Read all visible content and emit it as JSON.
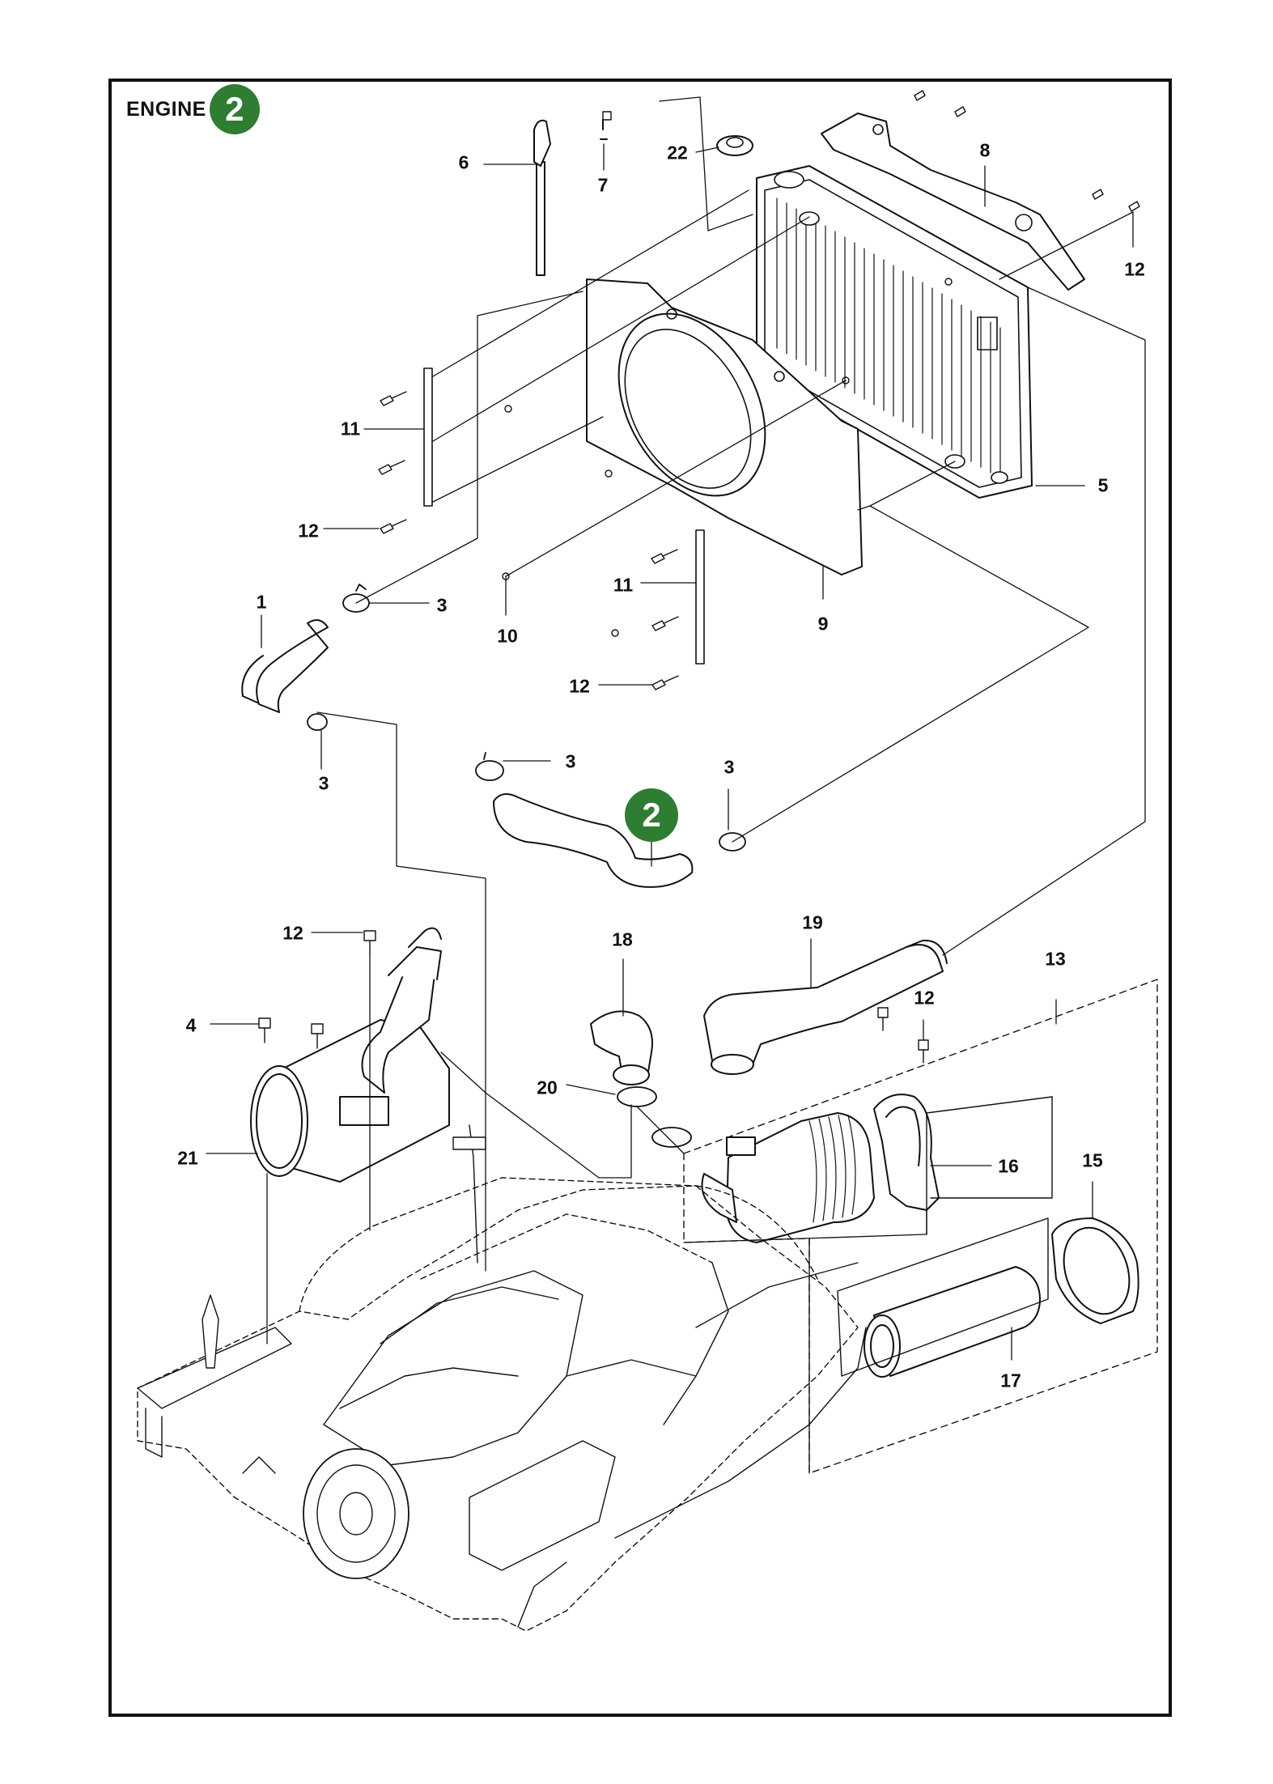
{
  "header": {
    "title": "ENGINE",
    "badge": "2"
  },
  "callout_badge": "2",
  "labels": {
    "1": "1",
    "3a": "3",
    "3b": "3",
    "3c": "3",
    "3d": "3",
    "4": "4",
    "5": "5",
    "6": "6",
    "7": "7",
    "8": "8",
    "9": "9",
    "10": "10",
    "11a": "11",
    "11b": "11",
    "12a": "12",
    "12b": "12",
    "12c": "12",
    "12d": "12",
    "12e": "12",
    "13": "13",
    "15": "15",
    "16": "16",
    "17": "17",
    "18": "18",
    "19": "19",
    "20": "20",
    "21": "21",
    "22": "22"
  },
  "colors": {
    "badge": "#2e7d32",
    "line": "#111111"
  }
}
